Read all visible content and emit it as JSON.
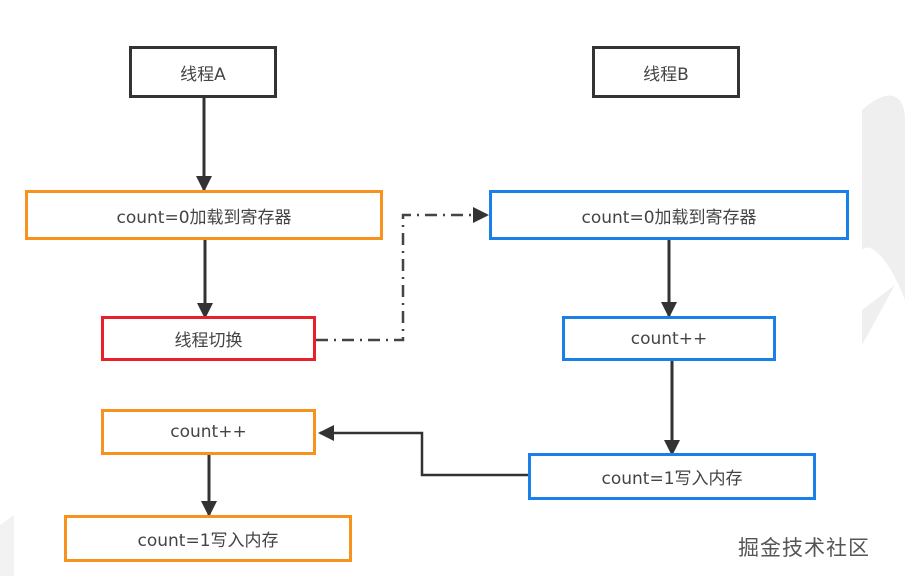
{
  "diagram": {
    "thread_a": {
      "title": "线程A",
      "steps": [
        "count=0加载到寄存器",
        "线程切换",
        "count++",
        "count=1写入内存"
      ]
    },
    "thread_b": {
      "title": "线程B",
      "steps": [
        "count=0加载到寄存器",
        "count++",
        "count=1写入内存"
      ]
    },
    "colors": {
      "thread_header": "#333333",
      "thread_a_step": "#f7921e",
      "thread_switch": "#e8202a",
      "thread_b_step": "#1a7fe8",
      "arrow": "#333333"
    }
  },
  "watermark": "掘金技术社区"
}
